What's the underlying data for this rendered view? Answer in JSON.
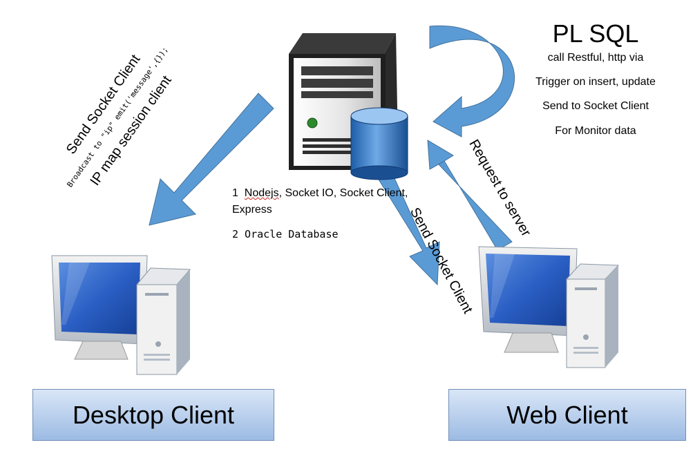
{
  "plsql": {
    "title": "PL SQL",
    "lines": [
      "call Restful, http via",
      "Trigger on insert, update",
      "Send to Socket Client",
      "For Monitor data"
    ]
  },
  "server_notes": {
    "line1_num": "1",
    "line1_word": "Nodejs",
    "line1_rest": ", Socket IO, Socket Client,",
    "line1_cont": "Express",
    "line2": "2 Oracle Database"
  },
  "left_edge": {
    "title": "Send Socket Client",
    "code": "Broadcast to \"ip\" emit('message',{});",
    "subtitle": "IP map session client"
  },
  "web_edges": {
    "request": "Request to server",
    "send": "Send Socket Client"
  },
  "nodes": {
    "desktop_label": "Desktop Client",
    "web_label": "Web Client"
  },
  "colors": {
    "arrow": "#5b9bd5",
    "arrow_edge": "#41719c",
    "box_top": "#d9e6f7",
    "box_bottom": "#9cbbe3",
    "box_border": "#6f8fb8",
    "monitor_blue": "#2f5fb8"
  },
  "icons": [
    "server-icon",
    "database-icon",
    "desktop-computer-icon",
    "web-computer-icon"
  ]
}
